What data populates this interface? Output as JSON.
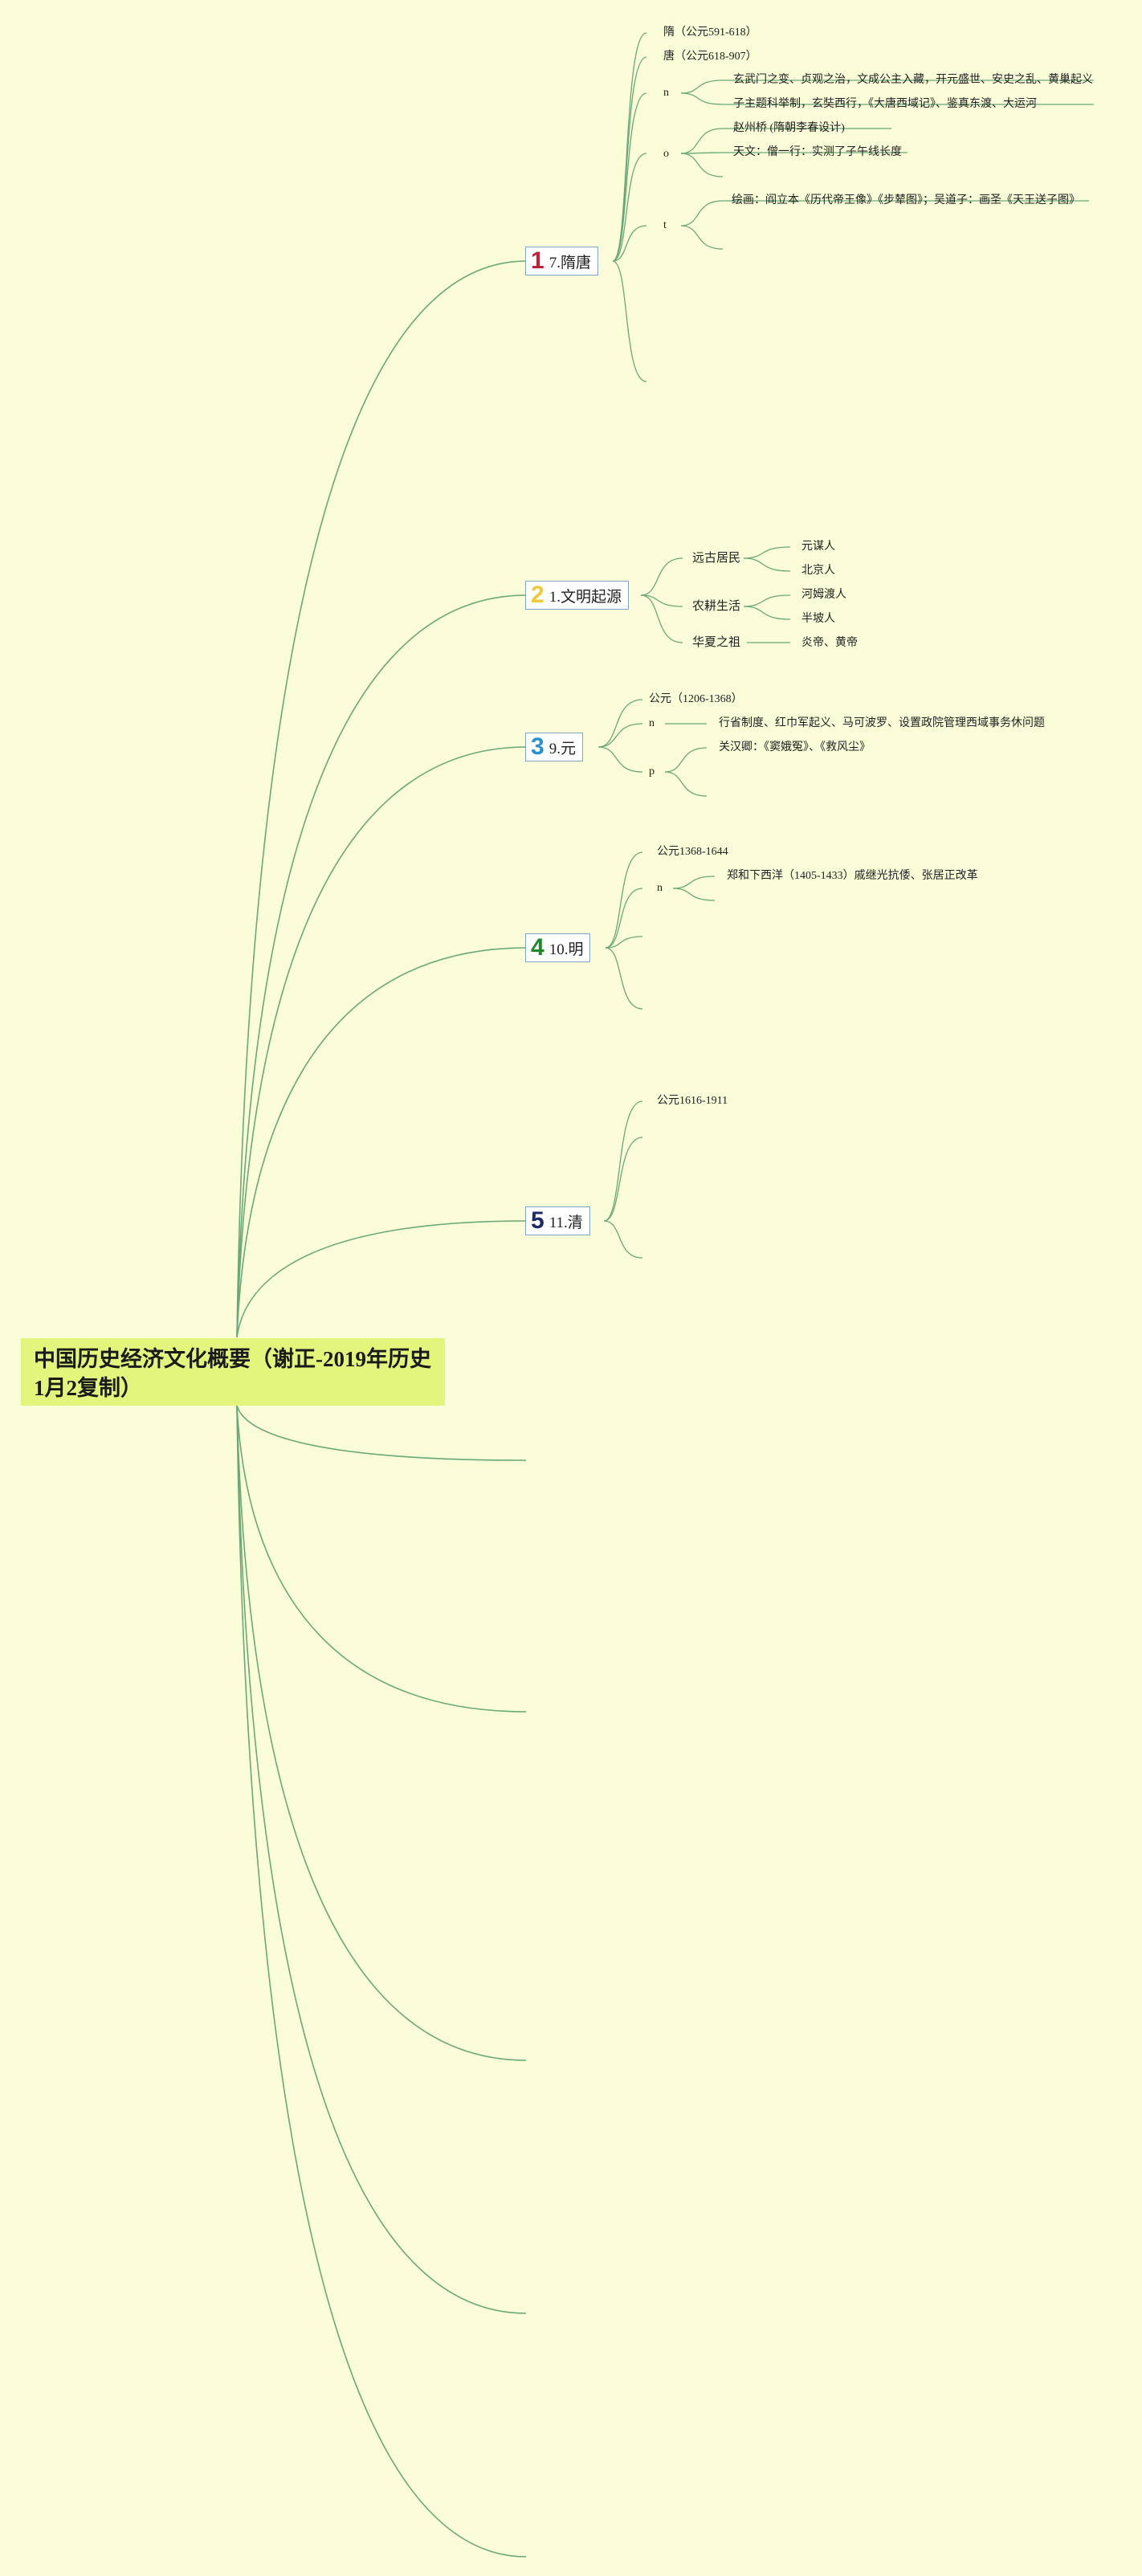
{
  "root": {
    "title": "中国历史经济文化概要（谢正-2019年历史1月2复制）"
  },
  "colors": {
    "background": "#fafdd8",
    "root_fill": "#e3f57a",
    "connector": "#6aa878",
    "topic_border": "#7fa6c9",
    "num1": "#c0203a",
    "num2": "#f0c838",
    "num3": "#2a8fd0",
    "num4": "#1f8a2a",
    "num5": "#1c2a6a"
  },
  "topics": [
    {
      "num": "1",
      "label": "7.隋唐",
      "children": [
        {
          "label": "隋（公元591-618）"
        },
        {
          "label": "唐（公元618-907）"
        },
        {
          "label": "n",
          "children": [
            "玄武门之变、贞观之治，文成公主入藏，开元盛世、安史之乱、黄巢起义",
            "子主题科举制，玄奘西行，《大唐西域记》、鉴真东渡、大运河"
          ]
        },
        {
          "label": "o",
          "children": [
            "赵州桥 (隋朝李春设计)",
            "天文：僧一行：实测了子午线长度",
            ""
          ]
        },
        {
          "label": "t",
          "children": [
            "绘画：阎立本《历代帝王像》《步辇图》；吴道子：画圣《天王送子图》",
            ""
          ]
        },
        {
          "label": ""
        }
      ]
    },
    {
      "num": "2",
      "label": "1.文明起源",
      "children": [
        {
          "label": "远古居民",
          "children": [
            "元谋人",
            "北京人"
          ]
        },
        {
          "label": "农耕生活",
          "children": [
            "河姆渡人",
            "半坡人"
          ]
        },
        {
          "label": "华夏之祖",
          "children": [
            "炎帝、黄帝"
          ]
        }
      ]
    },
    {
      "num": "3",
      "label": "9.元",
      "children": [
        {
          "label": "公元（1206-1368）"
        },
        {
          "label": "n",
          "children": [
            "行省制度、红巾军起义、马可波罗、设置政院管理西域事务休问题"
          ]
        },
        {
          "label": "p",
          "children": [
            "关汉卿：《窦娥冤》、《救风尘》",
            ""
          ]
        }
      ]
    },
    {
      "num": "4",
      "label": "10.明",
      "children": [
        {
          "label": "公元1368-1644"
        },
        {
          "label": "n",
          "children": [
            "郑和下西洋（1405-1433）戚继光抗倭、张居正改革"
          ]
        },
        {
          "label": ""
        },
        {
          "label": ""
        }
      ]
    },
    {
      "num": "5",
      "label": "11.清",
      "children": [
        {
          "label": "公元1616-1911"
        },
        {
          "label": ""
        },
        {
          "label": ""
        }
      ]
    }
  ]
}
